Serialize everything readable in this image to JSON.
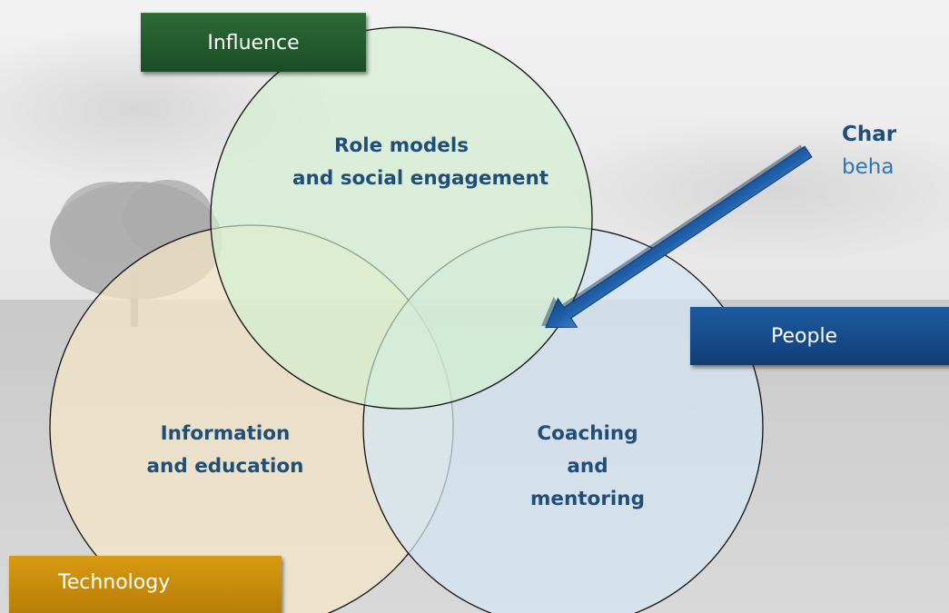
{
  "tags": {
    "influence": "Influence",
    "people": "People",
    "technology": "Technology"
  },
  "circles": {
    "top": {
      "line1": "Role models",
      "line2": "and social engagement",
      "fill": "#d2efd0"
    },
    "left": {
      "line1": "Information",
      "line2": "and education",
      "fill": "#f5e7c8"
    },
    "right": {
      "line1": "Coaching",
      "line2": "and",
      "line3": "mentoring",
      "fill": "#d4e4f3"
    }
  },
  "callout": {
    "line1": "Char",
    "line2": "beha"
  },
  "colors": {
    "text": "#1f4e79",
    "arrow": "#1f5fa8",
    "influence": "#1b4d25",
    "people": "#103e78",
    "technology": "#c8890a"
  },
  "icons": {
    "arrow": "long-arrow-pointing-to-overlap"
  }
}
